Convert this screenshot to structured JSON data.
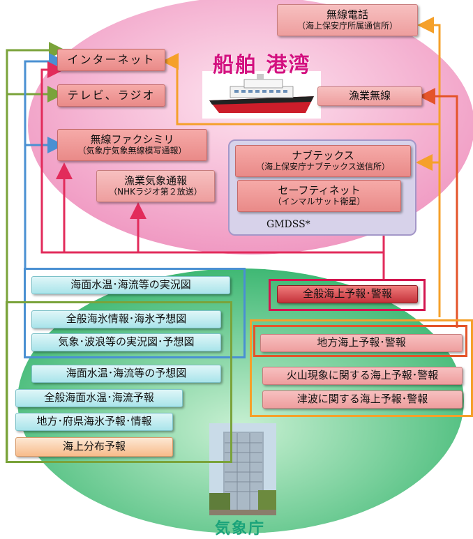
{
  "colors": {
    "ship_ellipse": "#f2a7c9",
    "jma_ellipse": "#4fbf7a",
    "arrow_red": "#e22b5b",
    "arrow_orange": "#f5a02a",
    "arrow_blue": "#4a90d2",
    "arrow_green": "#7aa33a",
    "arrow_darkorange": "#e4542a",
    "title_magenta": "#d3107f",
    "title_jma": "#1aa37a"
  },
  "titles": {
    "ship_port": "船舶 港湾",
    "jma": "気象庁",
    "gmdss": "GMDSS*"
  },
  "receivers": {
    "radio_phone": {
      "line1": "無線電話",
      "line2": "（海上保安庁所属通信所）"
    },
    "internet": {
      "line1": "インターネット"
    },
    "tv_radio": {
      "line1": "テレビ、ラジオ"
    },
    "fishery_radio": {
      "line1": "漁業無線"
    },
    "radio_fax": {
      "line1": "無線ファクシミリ",
      "line2": "（気象庁気象無線模写通報）"
    },
    "fishery_broadcast": {
      "line1": "漁業気象通報",
      "line2": "（NHKラジオ第２放送）"
    },
    "navtex": {
      "line1": "ナブテックス",
      "line2": "（海上保安庁ナブテックス送信所）"
    },
    "safetynet": {
      "line1": "セーフティネット",
      "line2": "（インマルサット衛星）"
    }
  },
  "products": {
    "sst_current_obs": "海面水温･海流等の実況図",
    "sea_ice_info": "全般海氷情報･海氷予想図",
    "wx_wave_obs": "気象･波浪等の実況図･予想図",
    "sst_current_fcst": "海面水温･海流等の予想図",
    "general_sst_fcst": "全般海面水温･海流予報",
    "regional_sea_ice": "地方･府県海氷予報･情報",
    "marine_dist_fcst": "海上分布予報",
    "general_marine_warn": "全般海上予報･警報",
    "local_marine_warn": "地方海上予報･警報",
    "volcano_marine_warn": "火山現象に関する海上予報･警報",
    "tsunami_marine_warn": "津波に関する海上予報･警報"
  },
  "images": {
    "ship": "ship-illustration",
    "building": "jma-building-photo"
  }
}
